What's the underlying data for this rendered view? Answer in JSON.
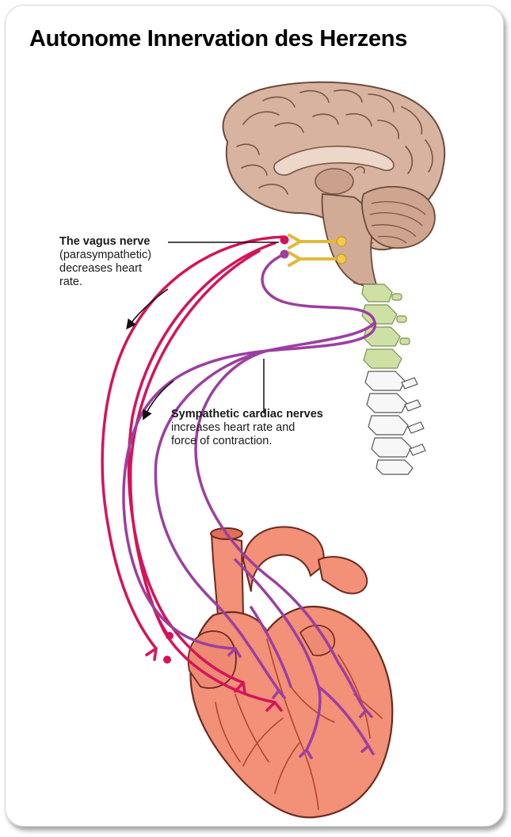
{
  "title": "Autonome Innervation des Herzens",
  "labels": {
    "vagus": {
      "name": "The vagus nerve",
      "lines": [
        "(parasympathetic)",
        "decreases heart",
        "rate."
      ]
    },
    "sympathetic": {
      "name": "Sympathetic cardiac nerves",
      "lines": [
        "increases heart rate and",
        "force of contraction."
      ]
    }
  },
  "colors": {
    "vagus_nerve": "#d4145a",
    "sympathetic_nerve": "#9b3fa0",
    "ganglion": "#f2c94c",
    "brain": "#c9a590",
    "spine_cervical": "#c8dc96",
    "heart": "#f08a70"
  }
}
